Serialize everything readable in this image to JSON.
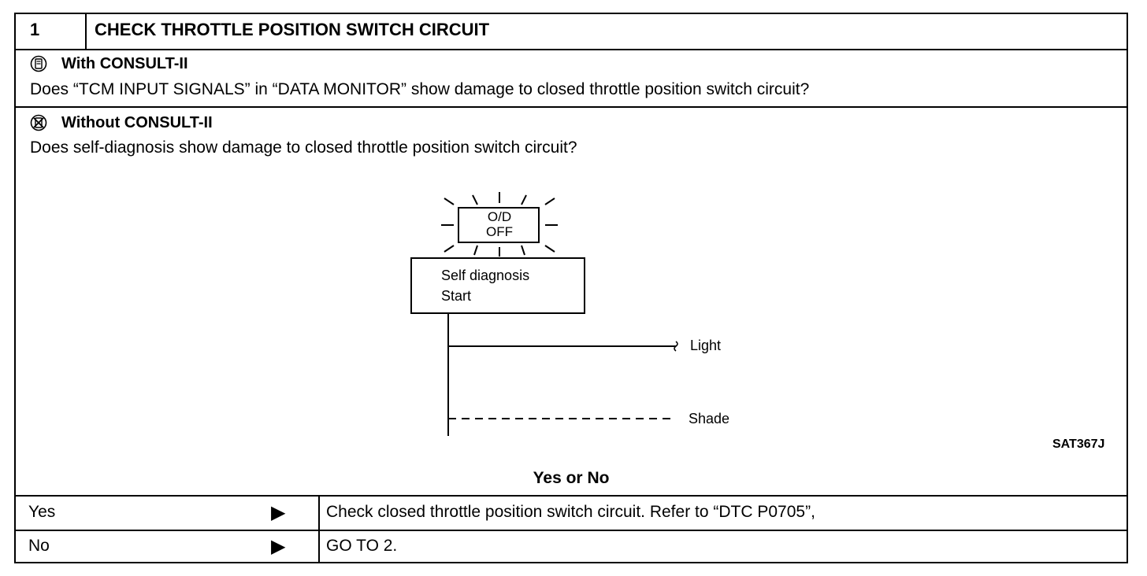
{
  "header": {
    "step_number": "1",
    "title": "CHECK THROTTLE POSITION SWITCH CIRCUIT"
  },
  "with_consult": {
    "heading": "With CONSULT-II",
    "icon": "consult-tool-icon",
    "question": "Does “TCM INPUT SIGNALS” in “DATA MONITOR” show damage to closed throttle position switch circuit?"
  },
  "without_consult": {
    "heading": "Without CONSULT-II",
    "icon": "no-consult-tool-icon",
    "question": "Does self-diagnosis show damage to closed throttle position switch circuit?"
  },
  "diagram": {
    "indicator_line1": "O/D",
    "indicator_line2": "OFF",
    "box_line1": "Self  diagnosis",
    "box_line2": "Start",
    "light_label": "Light",
    "shade_label": "Shade",
    "figure_code": "SAT367J"
  },
  "question_label": "Yes or No",
  "answers": [
    {
      "label": "Yes",
      "arrow": "▶",
      "action": "Check closed throttle position switch circuit. Refer to “DTC P0705”,"
    },
    {
      "label": "No",
      "arrow": "▶",
      "action": "GO TO 2."
    }
  ]
}
